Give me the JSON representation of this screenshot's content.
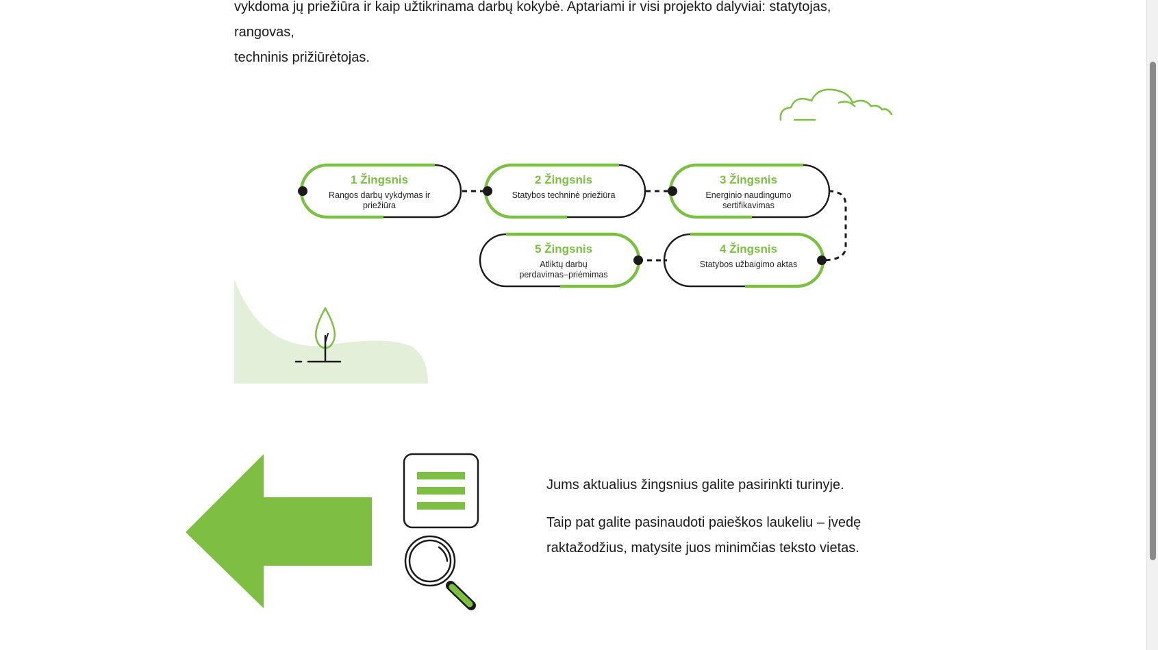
{
  "intro": {
    "line1": "vykdoma jų priežiūra ir kaip užtikrinama darbų kokybė. Aptariami ir visi projekto dalyviai: statytojas, rangovas,",
    "line2": "techninis prižiūrėtojas."
  },
  "steps": [
    {
      "title": "1 Žingsnis",
      "desc_line1": "Rangos darbų vykdymas ir",
      "desc_line2": "priežiūra"
    },
    {
      "title": "2 Žingsnis",
      "desc_line1": "Statybos techninė priežiūra",
      "desc_line2": ""
    },
    {
      "title": "3 Žingsnis",
      "desc_line1": "Energinio naudingumo",
      "desc_line2": "sertifikavimas"
    },
    {
      "title": "4 Žingsnis",
      "desc_line1": "Statybos užbaigimo aktas",
      "desc_line2": ""
    },
    {
      "title": "5 Žingsnis",
      "desc_line1": "Atliktų darbų",
      "desc_line2": "perdavimas–priėmimas"
    }
  ],
  "info": {
    "paragraph1": "Jums aktualius žingsnius galite pasirinkti turinyje.",
    "paragraph2_line1": "Taip pat galite pasinaudoti paieškos laukeliu – įvedę",
    "paragraph2_line2": "raktažodžius, matysite juos minimčias teksto vietas."
  },
  "icons": {
    "arrow": "left-arrow-icon",
    "menu": "menu-list-icon",
    "search": "magnifier-icon",
    "tree": "tree-icon",
    "cloud": "cloud-icon"
  },
  "colors": {
    "accent_green": "#7cbf43",
    "light_green": "#e3efd8",
    "outline": "#1a1a1a"
  }
}
